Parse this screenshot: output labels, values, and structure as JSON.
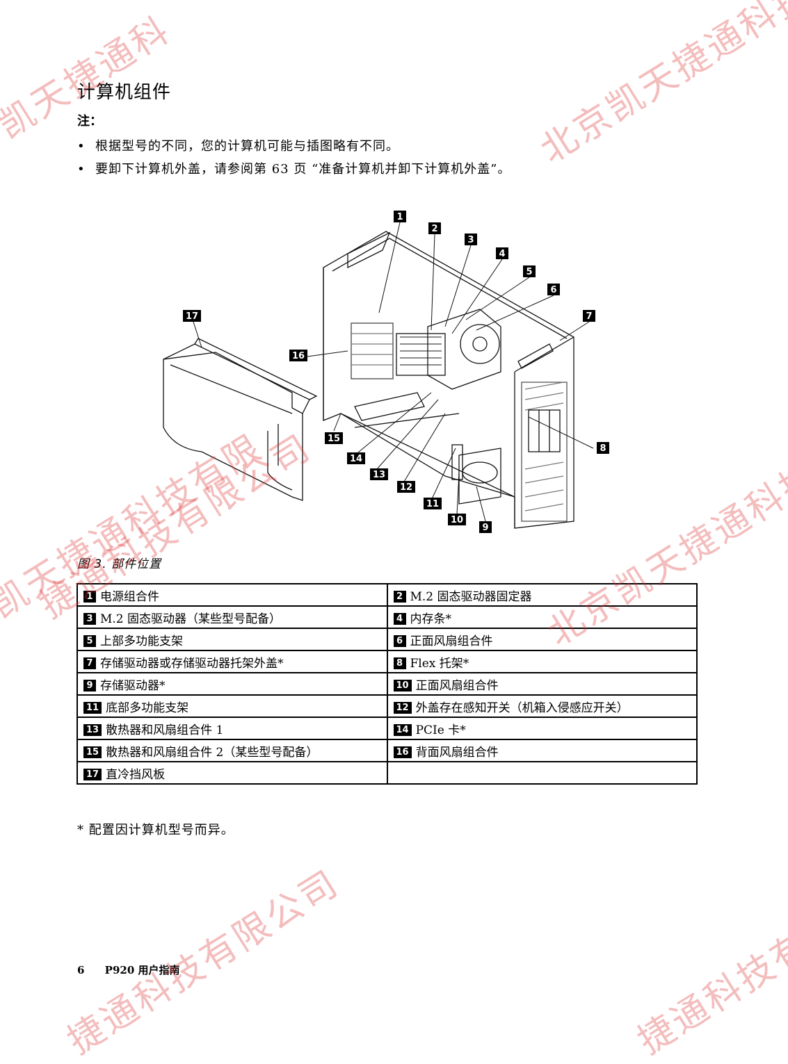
{
  "watermarks": [
    {
      "text": "凯天捷通科"
    },
    {
      "text": "北京凯天捷通科技"
    },
    {
      "text": "捷通科技有限公司"
    },
    {
      "text": "北京凯天捷通科技有限"
    },
    {
      "text": "凯天捷通科技有限"
    },
    {
      "text": "捷通科技有限公司"
    },
    {
      "text": "捷通科技有限"
    }
  ],
  "section_title": "计算机组件",
  "note_label": "注：",
  "notes": [
    "根据型号的不同，您的计算机可能与插图略有不同。",
    "要卸下计算机外盖，请参阅第 63 页 “准备计算机并卸下计算机外盖”。"
  ],
  "figure": {
    "callouts": [
      "1",
      "2",
      "3",
      "4",
      "5",
      "6",
      "7",
      "8",
      "9",
      "10",
      "11",
      "12",
      "13",
      "14",
      "15",
      "16",
      "17"
    ]
  },
  "caption": "图 3.  部件位置",
  "parts": [
    {
      "num": "1",
      "label": "电源组合件"
    },
    {
      "num": "2",
      "label": "M.2 固态驱动器固定器"
    },
    {
      "num": "3",
      "label": "M.2 固态驱动器（某些型号配备）"
    },
    {
      "num": "4",
      "label": "内存条*"
    },
    {
      "num": "5",
      "label": "上部多功能支架"
    },
    {
      "num": "6",
      "label": "正面风扇组合件"
    },
    {
      "num": "7",
      "label": "存储驱动器或存储驱动器托架外盖*"
    },
    {
      "num": "8",
      "label": "Flex 托架*"
    },
    {
      "num": "9",
      "label": "存储驱动器*"
    },
    {
      "num": "10",
      "label": "正面风扇组合件"
    },
    {
      "num": "11",
      "label": "底部多功能支架"
    },
    {
      "num": "12",
      "label": "外盖存在感知开关（机箱入侵感应开关）"
    },
    {
      "num": "13",
      "label": "散热器和风扇组合件 1"
    },
    {
      "num": "14",
      "label": "PCIe 卡*"
    },
    {
      "num": "15",
      "label": "散热器和风扇组合件 2（某些型号配备）"
    },
    {
      "num": "16",
      "label": "背面风扇组合件"
    },
    {
      "num": "17",
      "label": "直冷挡风板"
    }
  ],
  "footnote": "* 配置因计算机型号而异。",
  "footer": {
    "page": "6",
    "title": "P920 用户指南"
  }
}
